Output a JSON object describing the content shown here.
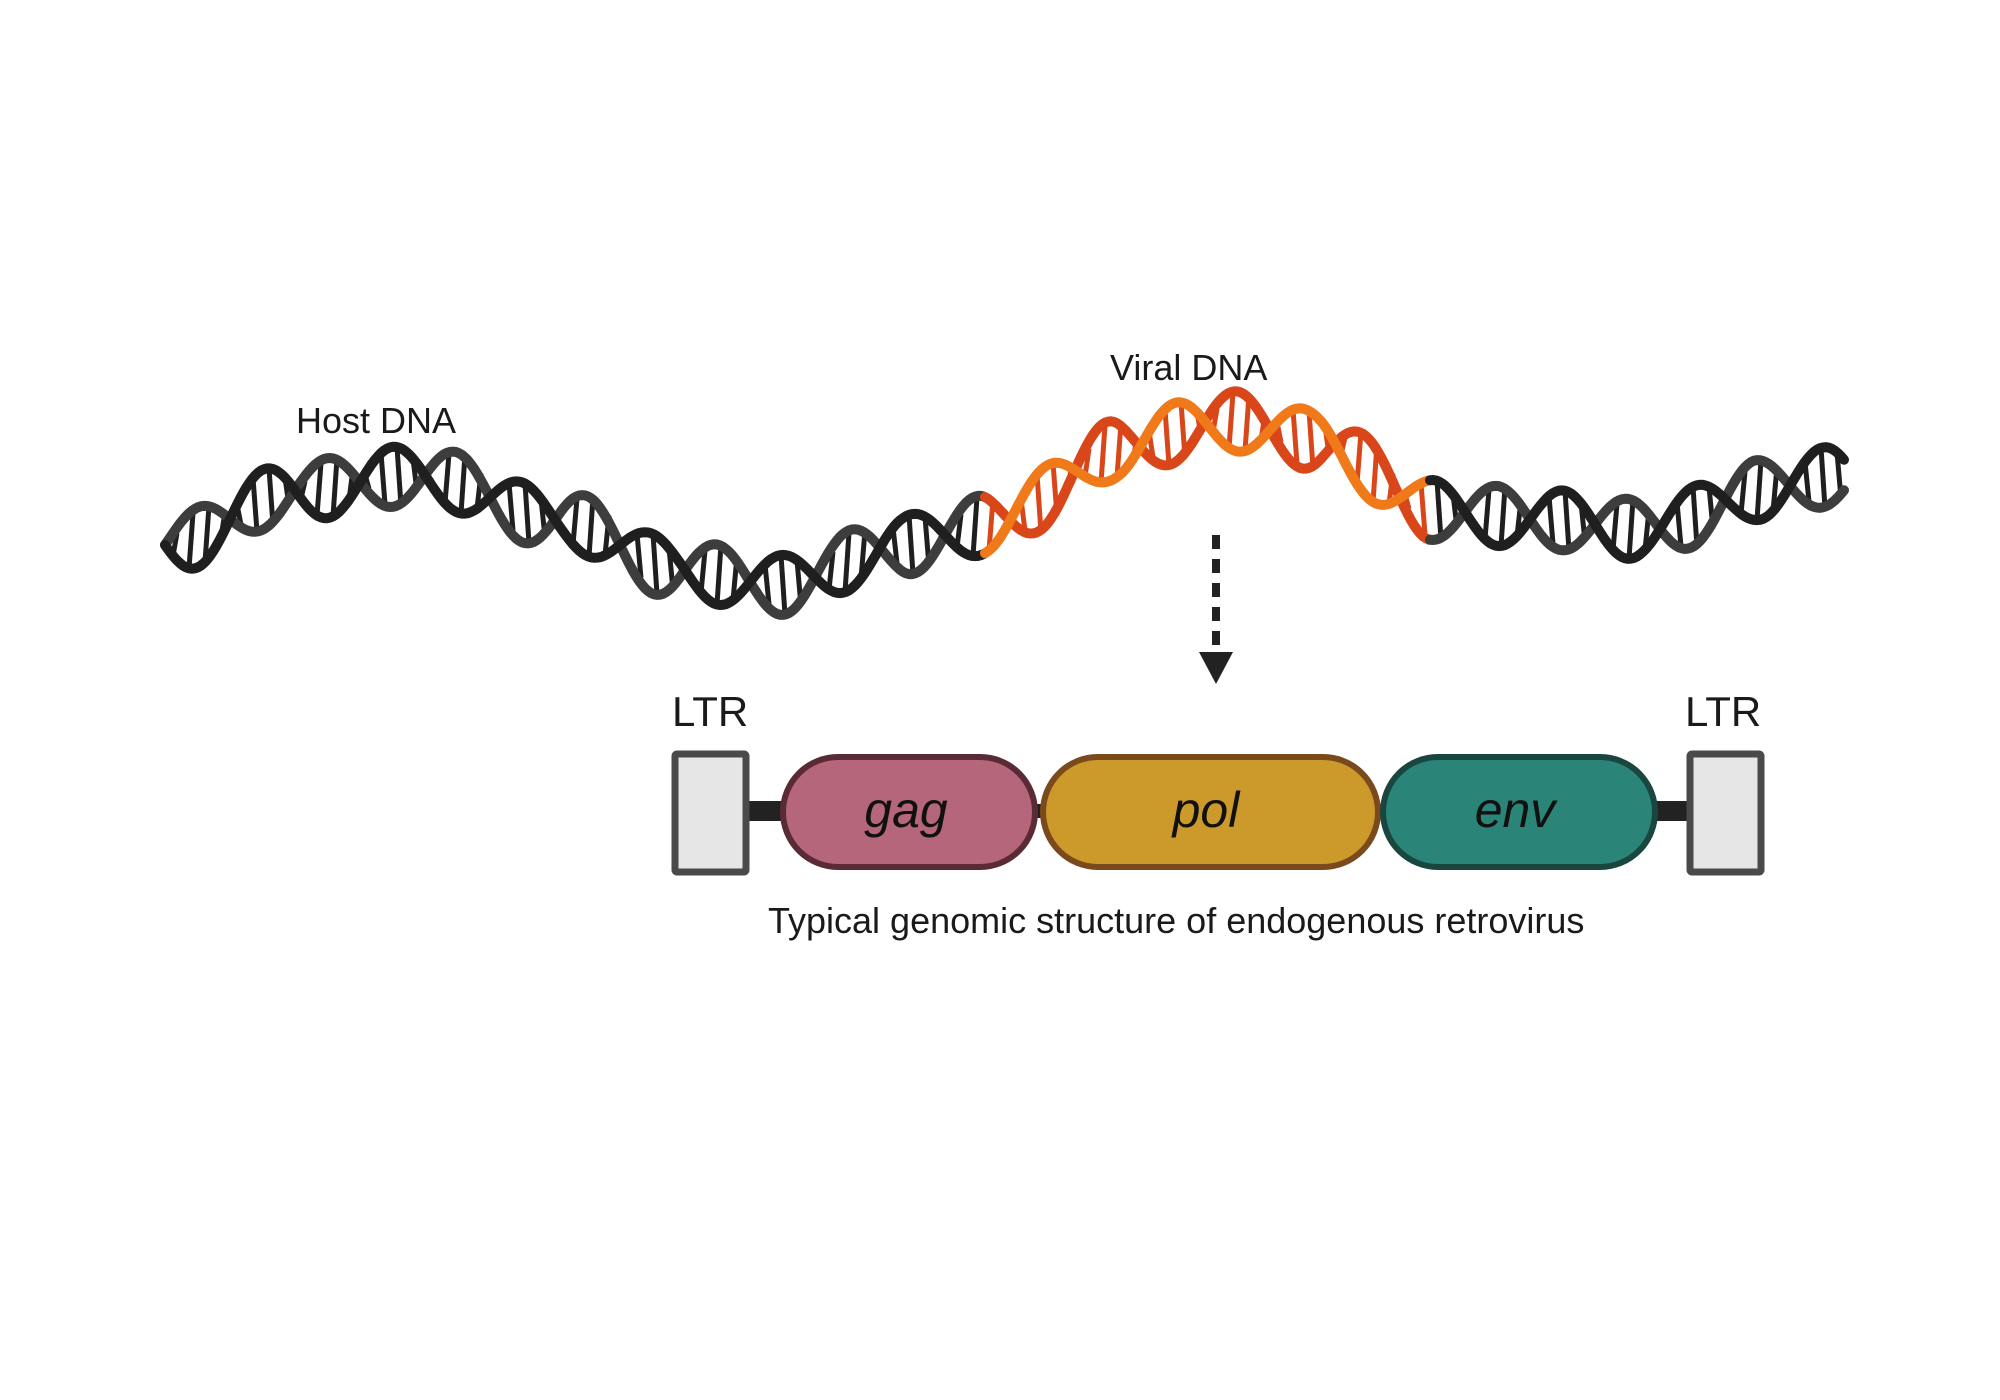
{
  "labels": {
    "host_dna": "Host DNA",
    "viral_dna": "Viral DNA",
    "ltr_left": "LTR",
    "ltr_right": "LTR",
    "caption": "Typical genomic structure of endogenous retrovirus"
  },
  "genes": {
    "gag": "gag",
    "pol": "pol",
    "env": "env"
  },
  "colors": {
    "host_strand": "#1f1f1f",
    "host_strand_alt": "#3d3d3d",
    "viral_strand": "#f07a1a",
    "viral_strand_alt": "#d9461a",
    "gag_fill": "#b5667a",
    "gag_border": "#5a2a35",
    "pol_fill": "#cc9a2a",
    "pol_border": "#7a4a1c",
    "env_fill": "#2a8478",
    "env_border": "#1a4640",
    "ltr_fill": "#e6e6e6",
    "ltr_border": "#4a4a4a",
    "connector": "#222222",
    "arrow": "#222222"
  }
}
